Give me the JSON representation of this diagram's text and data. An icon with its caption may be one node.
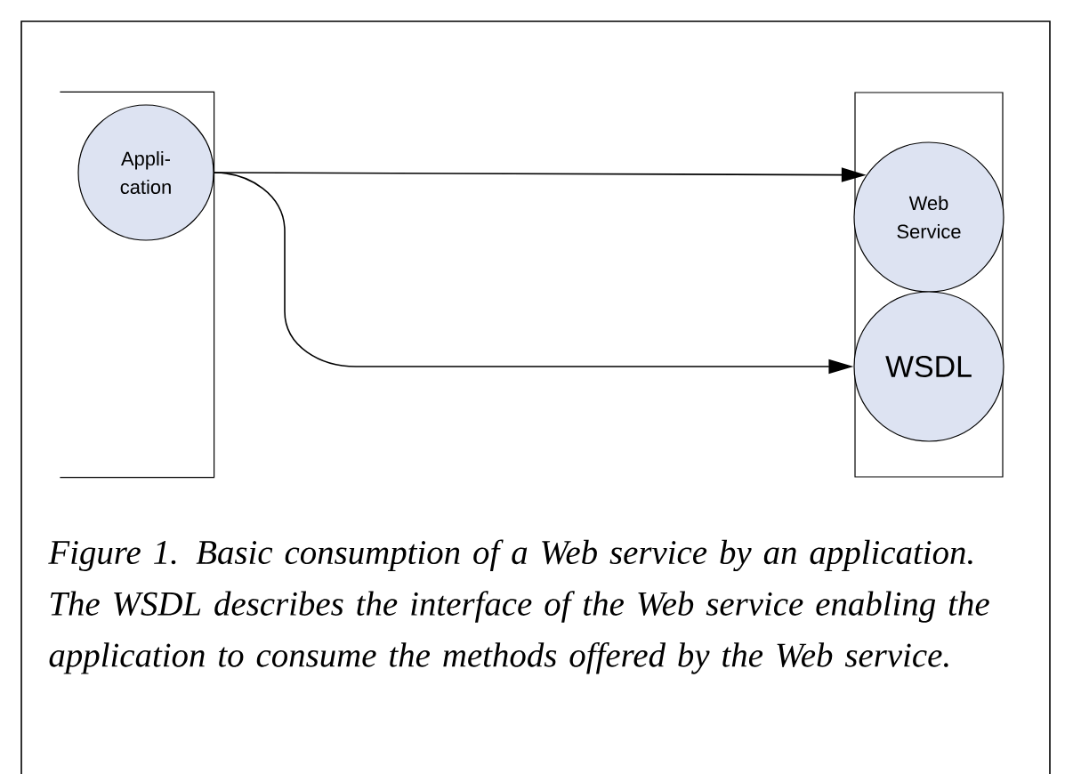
{
  "diagram": {
    "caption": "Figure 1. Basic consumption of a Web service by an application. The WSDL describes the interface of the Web service enabling the application to consume the methods offered by the Web service.",
    "nodes": [
      {
        "text": [],
        "shape": "box"
      },
      {
        "text": [
          "Appli- cation"
        ],
        "in": 0
      },
      {
        "text": [],
        "shape": "box"
      },
      {
        "text": [
          "Web Service"
        ],
        "in": 2
      },
      {
        "text": [
          "WSDL"
        ],
        "in": 2
      }
    ],
    "edges": [
      {
        "from": 1,
        "to": 3,
        "arrow": "to"
      },
      {
        "from": 1,
        "to": 4,
        "arrow": "to"
      }
    ]
  }
}
